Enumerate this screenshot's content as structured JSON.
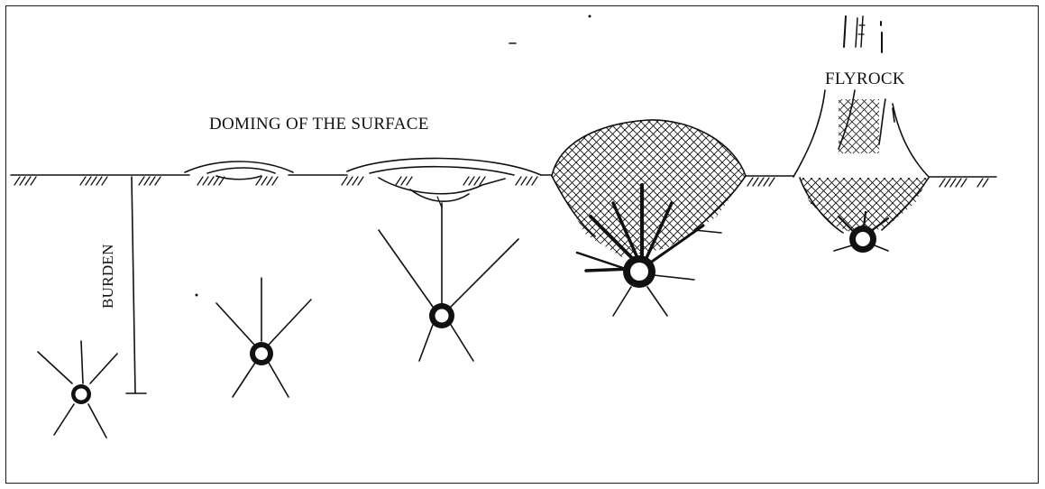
{
  "labels": {
    "doming": "DOMING OF THE SURFACE",
    "flyrock": "FLYROCK",
    "burden": "BURDEN"
  }
}
